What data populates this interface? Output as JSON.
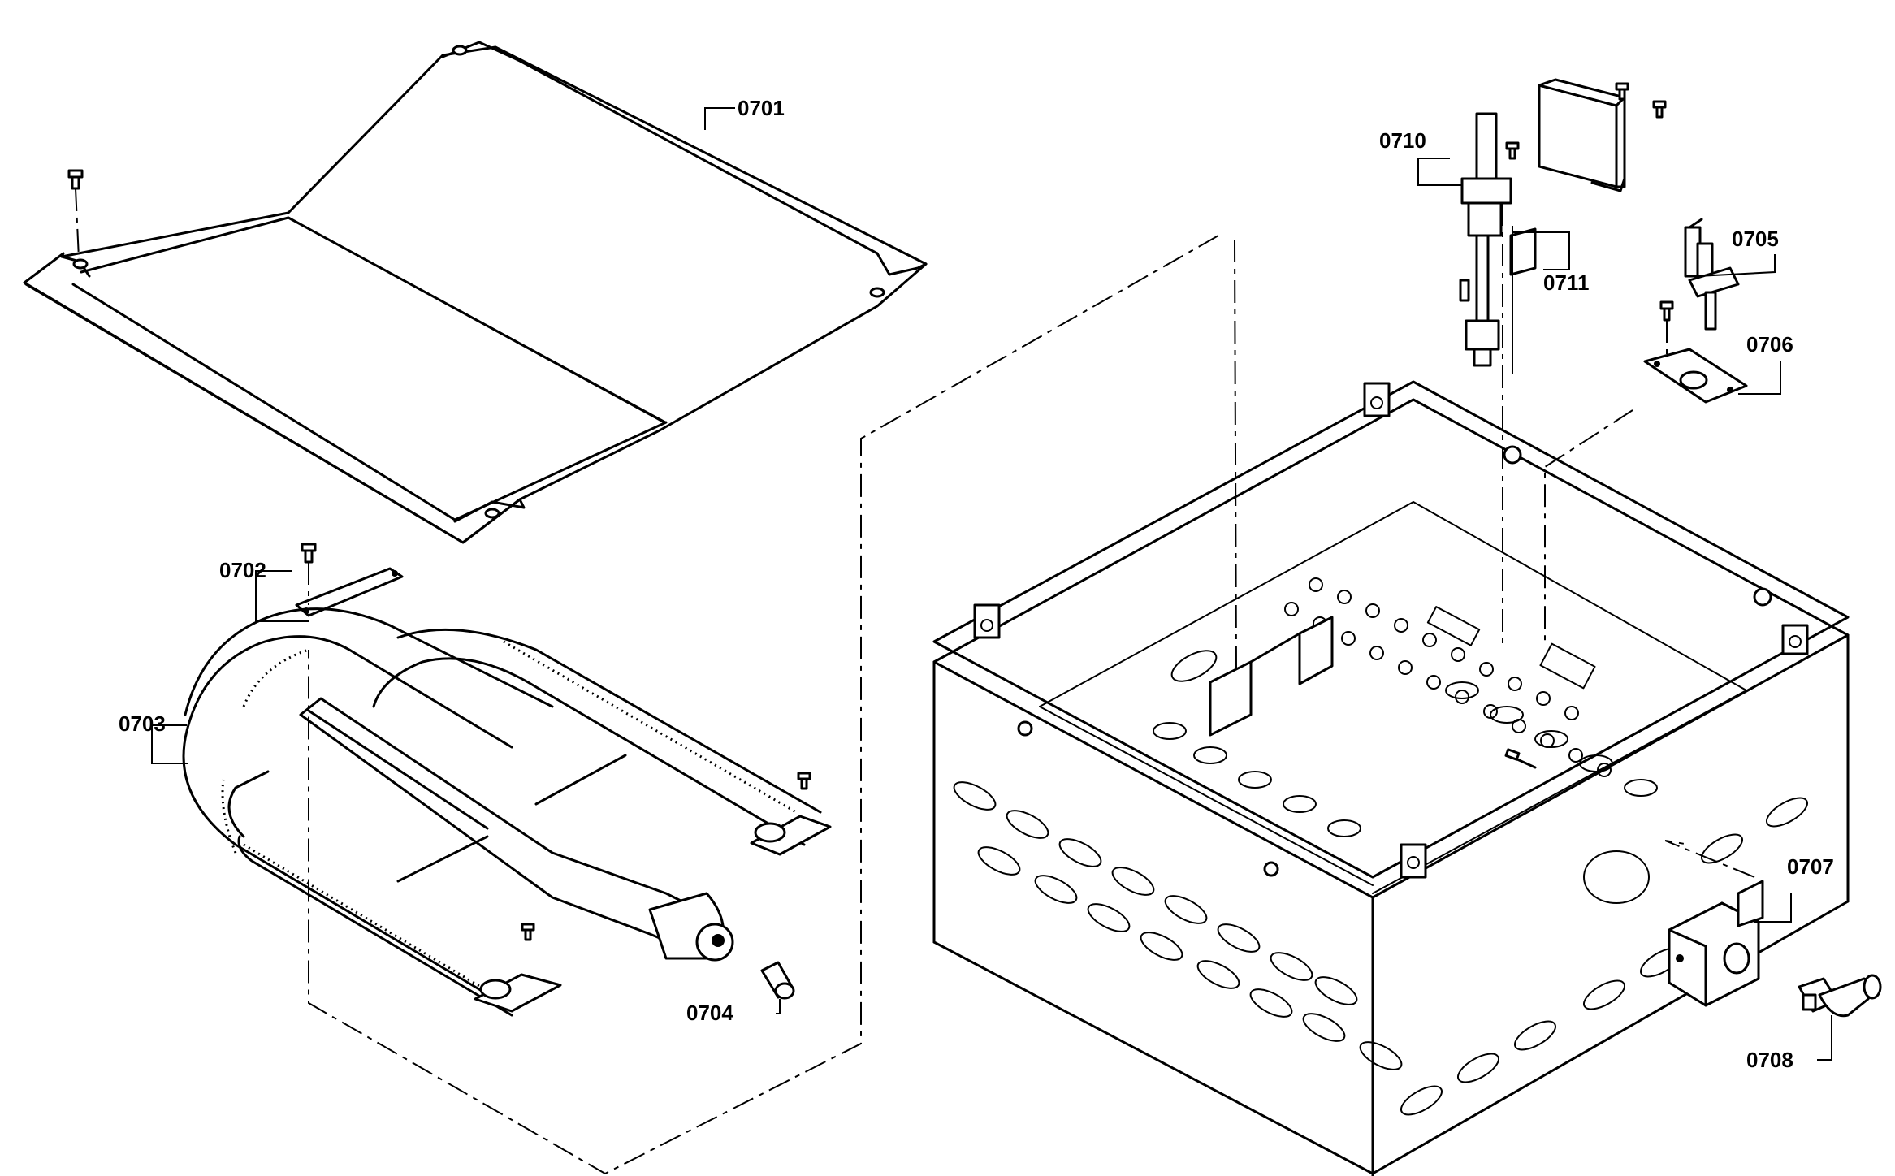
{
  "diagram": {
    "callouts": {
      "c0701": "0701",
      "c0702": "0702",
      "c0703": "0703",
      "c0704": "0704",
      "c0705": "0705",
      "c0706": "0706",
      "c0707": "0707",
      "c0708": "0708",
      "c0710": "0710",
      "c0711": "0711"
    }
  }
}
